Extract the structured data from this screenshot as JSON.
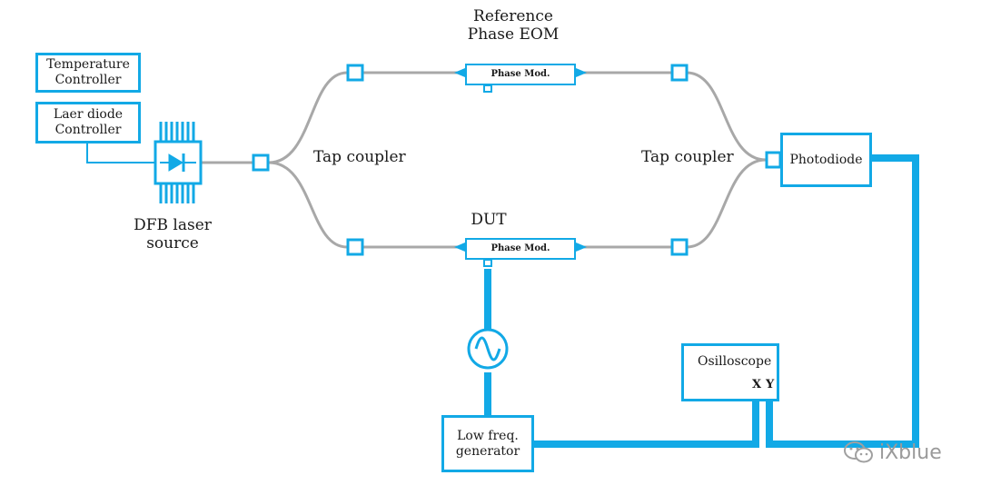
{
  "labels": {
    "reference_eom": [
      "Reference",
      "Phase EOM"
    ],
    "dut": "DUT",
    "tap_coupler_left": "Tap coupler",
    "tap_coupler_right": "Tap coupler",
    "dfb_laser": [
      "DFB laser",
      "source"
    ]
  },
  "boxes": {
    "temperature_controller": [
      "Temperature",
      "Controller"
    ],
    "laser_diode_controller": [
      "Laer diode",
      "Controller"
    ],
    "photodiode": "Photodiode",
    "oscilloscope": "Osilloscope",
    "low_freq_generator": [
      "Low freq.",
      "generator"
    ]
  },
  "modulators": {
    "top": "Phase Mod.",
    "bottom": "Phase Mod."
  },
  "oscilloscope_ports": {
    "x": "X",
    "y": "Y"
  },
  "watermark": "iXblue",
  "colors": {
    "accent": "#12a9e6",
    "fiber": "#a8a8a8",
    "text": "#1a1a1a"
  }
}
